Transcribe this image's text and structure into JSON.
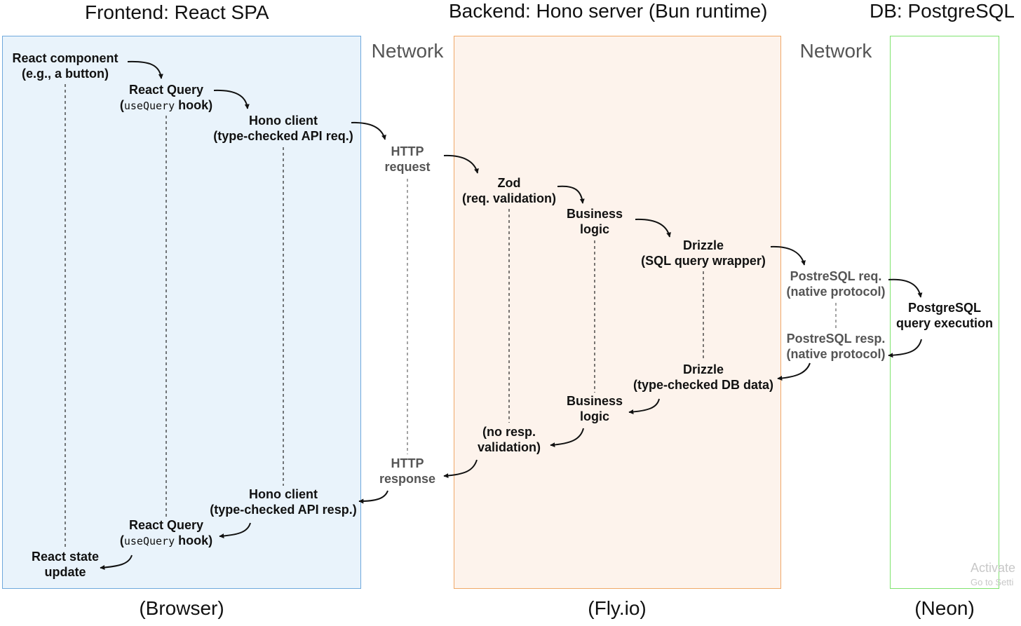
{
  "headers": {
    "frontend": "Frontend: React SPA",
    "backend": "Backend: Hono server (Bun runtime)",
    "db": "DB: PostgreSQL"
  },
  "network_labels": [
    "Network",
    "Network"
  ],
  "footers": {
    "frontend": "(Browser)",
    "backend": "(Fly.io)",
    "db": "(Neon)"
  },
  "nodes": {
    "react_component": [
      "React component",
      "(e.g., a button)"
    ],
    "react_query_req": {
      "line1": "React Query",
      "open": "(",
      "code": "useQuery",
      "rest": " hook)"
    },
    "hono_client_req": [
      "Hono client",
      "(type-checked API req.)"
    ],
    "http_request": [
      "HTTP",
      "request"
    ],
    "zod": [
      "Zod",
      "(req. validation)"
    ],
    "business_logic_req": [
      "Business",
      "logic"
    ],
    "drizzle_req": [
      "Drizzle",
      "(SQL query wrapper)"
    ],
    "pg_req": [
      "PostreSQL req.",
      "(native protocol)"
    ],
    "pg_exec": [
      "PostgreSQL",
      "query execution"
    ],
    "pg_resp": [
      "PostreSQL resp.",
      "(native protocol)"
    ],
    "drizzle_resp": [
      "Drizzle",
      "(type-checked DB data)"
    ],
    "business_logic_resp": [
      "Business",
      "logic"
    ],
    "no_resp_validation": [
      "(no resp.",
      "validation)"
    ],
    "http_response": [
      "HTTP",
      "response"
    ],
    "hono_client_resp": [
      "Hono client",
      "(type-checked API resp.)"
    ],
    "react_query_resp": {
      "line1": "React Query",
      "open": "(",
      "code": "useQuery",
      "rest": " hook)"
    },
    "react_state_update": [
      "React state",
      "update"
    ]
  },
  "watermark": {
    "line1": "Activate",
    "line2": "Go to Setti"
  }
}
